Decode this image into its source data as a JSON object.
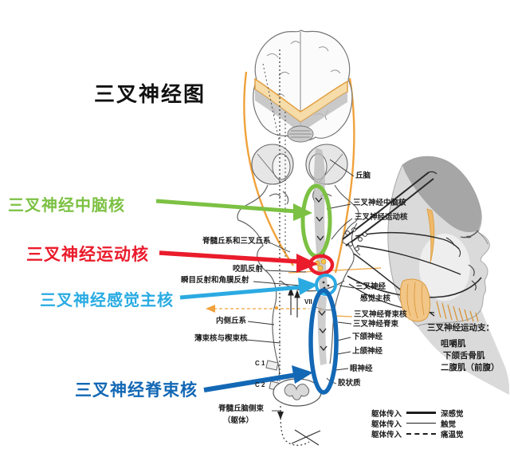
{
  "title": "三叉神经图",
  "annotations": {
    "midbrain": {
      "label": "三叉神经中脑核",
      "color": "#7CC143"
    },
    "motor": {
      "label": "三叉神经运动核",
      "color": "#EA1C2C"
    },
    "sensory": {
      "label": "三叉神经感觉主核",
      "color": "#29ABE2"
    },
    "spinal": {
      "label": "三叉神经脊束核",
      "color": "#1368B5"
    }
  },
  "labels": {
    "thalamus": "丘脑",
    "midbrain_nucleus_sm": "三叉神经中脑核",
    "motor_nucleus_sm": "三叉神经运动核",
    "spino_trigeminal_lemniscus": "脊髓丘系和三叉丘系",
    "masseter_reflex": "咬肌反射",
    "blink_corneal_reflex": "瞬目反射和角膜反射",
    "medial_lemniscus": "内侧丘系",
    "gracile_cuneate_nuclei": "薄束核与楔束核",
    "c1": "C 1",
    "c2": "C 2",
    "lateral_spinothalamic_tract": "脊髓丘脑侧束",
    "soma": "（躯体）",
    "vii": "VII",
    "main_sensory_line1": "三叉神经",
    "main_sensory_line2": "感觉主核",
    "spinal_tract_nucleus_sm": "三叉神经脊束核",
    "spinal_tract_sm": "三叉神经脊束",
    "mandibular_nerve": "下颌神经",
    "maxillary_nerve": "上颌神经",
    "ophthalmic_nerve": "眼神经",
    "substantia_gelatinosa": "胶状质"
  },
  "motor_branches": {
    "title": "三叉神经运动支：",
    "items": [
      "咀嚼肌",
      "下颌舌骨肌",
      "二腹肌（前腹）"
    ]
  },
  "legend": {
    "rows": [
      {
        "left": "躯体传入",
        "style": "solid-thick",
        "right": "深感觉"
      },
      {
        "left": "躯体传入",
        "style": "solid-thin",
        "right": "触觉"
      },
      {
        "left": "躯体传入",
        "style": "dashed",
        "right": "痛温觉"
      }
    ]
  },
  "colors": {
    "orange_pathway": "#F0A23C",
    "cortex_band": "#F5DCA8",
    "gray_shading": "#BDBDBD"
  }
}
